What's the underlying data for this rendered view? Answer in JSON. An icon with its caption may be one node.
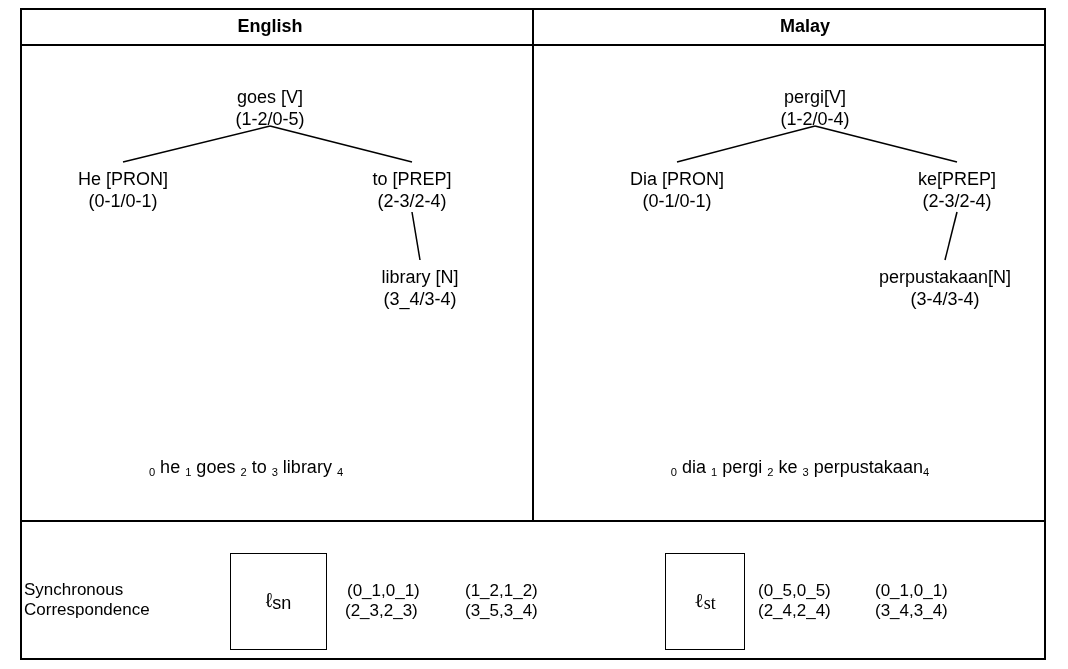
{
  "diagram": {
    "nodes": [
      {
        "text": [
          "goes [V]",
          "(1-2/0-5)"
        ]
      },
      {
        "text": [
          "He [PRON]",
          "(0-1/0-1)"
        ]
      },
      {
        "text": [
          "to [PREP]",
          "(2-3/2-4)"
        ]
      },
      {
        "text": [
          "library [N]",
          "(3_4/3-4)"
        ]
      },
      {
        "text": [
          "pergi[V]",
          "(1-2/0-4)"
        ]
      },
      {
        "text": [
          "Dia [PRON]",
          "(0-1/0-1)"
        ]
      },
      {
        "text": [
          "ke[PREP]",
          "(2-3/2-4)"
        ]
      },
      {
        "text": [
          "perpustakaan[N]",
          "(3-4/3-4)"
        ]
      },
      {
        "text": [
          "ℓ$_{sn}$"
        ]
      },
      {
        "text": [
          "ℓ$_{st}$"
        ]
      }
    ],
    "edges": [
      {
        "from": 0,
        "to": 1,
        "arrow": "none"
      },
      {
        "from": 0,
        "to": 2,
        "arrow": "none"
      },
      {
        "from": 2,
        "to": 3,
        "arrow": "none"
      },
      {
        "from": 4,
        "to": 5,
        "arrow": "none"
      },
      {
        "from": 4,
        "to": 6,
        "arrow": "none"
      },
      {
        "from": 6,
        "to": 7,
        "arrow": "none"
      }
    ],
    "labels": [
      "English",
      "Malay",
      "$_{0}$ he $_{1}$ goes $_{2}$ to $_{3}$ library $_{4}$",
      "$_{0}$ dia $_{1}$ pergi $_{2}$ ke $_{3}$ perpustakaan$_{4}$",
      "Synchronous Correspondence",
      "(0_1,0_1)",
      "(1_2,1_2)",
      "(2_3,2_3)",
      "(3_5,3_4)",
      "(0_5,0_5)",
      "(0_1,0_1)",
      "(2_4,2_4)",
      "(3_4,3_4)"
    ]
  }
}
